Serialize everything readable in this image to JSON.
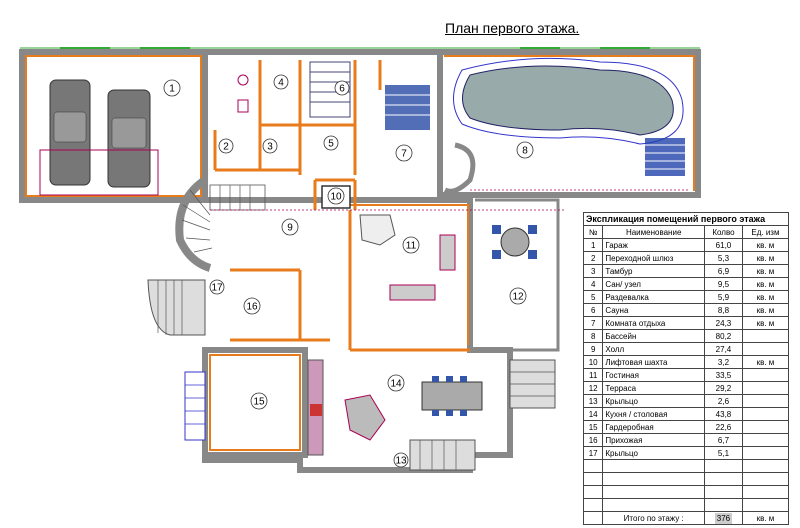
{
  "title": "План первого этажа.",
  "rooms": [
    {
      "no": "1",
      "name": "Гараж",
      "area": "61,0",
      "unit": "кв. м"
    },
    {
      "no": "2",
      "name": "Переходной шлюз",
      "area": "5,3",
      "unit": "кв. м"
    },
    {
      "no": "3",
      "name": "Тамбур",
      "area": "6,9",
      "unit": "кв. м"
    },
    {
      "no": "4",
      "name": "Сан/ узел",
      "area": "9,5",
      "unit": "кв. м"
    },
    {
      "no": "5",
      "name": "Раздевалка",
      "area": "5,9",
      "unit": "кв. м"
    },
    {
      "no": "6",
      "name": "Сауна",
      "area": "8,8",
      "unit": "кв. м"
    },
    {
      "no": "7",
      "name": "Комната отдыха",
      "area": "24,3",
      "unit": "кв. м"
    },
    {
      "no": "8",
      "name": "Бассейн",
      "area": "80,2",
      "unit": ""
    },
    {
      "no": "9",
      "name": "Холл",
      "area": "27,4",
      "unit": ""
    },
    {
      "no": "10",
      "name": "Лифтовая шахта",
      "area": "3,2",
      "unit": "кв. м"
    },
    {
      "no": "11",
      "name": "Гостиная",
      "area": "33,5",
      "unit": ""
    },
    {
      "no": "12",
      "name": "Терраса",
      "area": "29,2",
      "unit": ""
    },
    {
      "no": "13",
      "name": "Крыльцо",
      "area": "2,6",
      "unit": ""
    },
    {
      "no": "14",
      "name": "Кухня / столовая",
      "area": "43,8",
      "unit": ""
    },
    {
      "no": "15",
      "name": "Гардеробная",
      "area": "22,6",
      "unit": ""
    },
    {
      "no": "16",
      "name": "Прихожая",
      "area": "6,7",
      "unit": ""
    },
    {
      "no": "17",
      "name": "Крыльцо",
      "area": "5,1",
      "unit": ""
    }
  ],
  "table": {
    "caption": "Экспликация помещений первого этажа",
    "col_no": "№",
    "col_name": "Наименование",
    "col_area": "Колво",
    "col_unit": "Ед. изм",
    "total_label": "Итого по этажу  :",
    "total_value": "376",
    "total_unit": "кв. м"
  }
}
